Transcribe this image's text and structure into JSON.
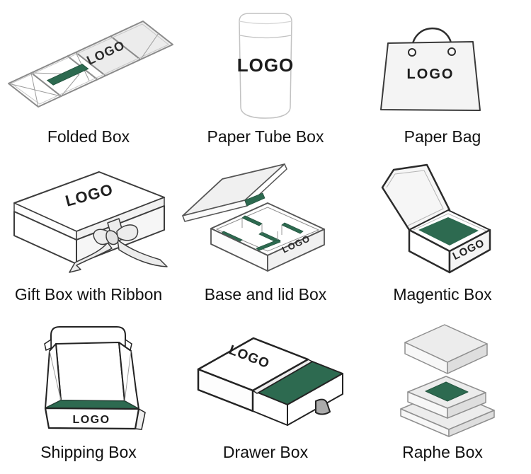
{
  "page": {
    "background": "#ffffff"
  },
  "colors": {
    "interior_green": "#2d6a50",
    "green_edge": "#24543f",
    "outline_dark": "#2b2b2b",
    "outline_gray": "#8a8a8a",
    "panel_light": "#ececec",
    "label_text": "#111111"
  },
  "grid": {
    "rows": 3,
    "columns": 3,
    "items": [
      {
        "label": "Folded Box",
        "logo": "LOGO"
      },
      {
        "label": "Paper Tube Box",
        "logo": "LOGO"
      },
      {
        "label": "Paper Bag",
        "logo": "LOGO"
      },
      {
        "label": "Gift Box with Ribbon",
        "logo": "LOGO"
      },
      {
        "label": "Base and lid Box",
        "logo": "LOGO"
      },
      {
        "label": "Magentic Box",
        "logo": "LOGO"
      },
      {
        "label": "Shipping Box",
        "logo": "LOGO"
      },
      {
        "label": "Drawer Box",
        "logo": "LOGO"
      },
      {
        "label": "Raphe Box"
      }
    ]
  }
}
